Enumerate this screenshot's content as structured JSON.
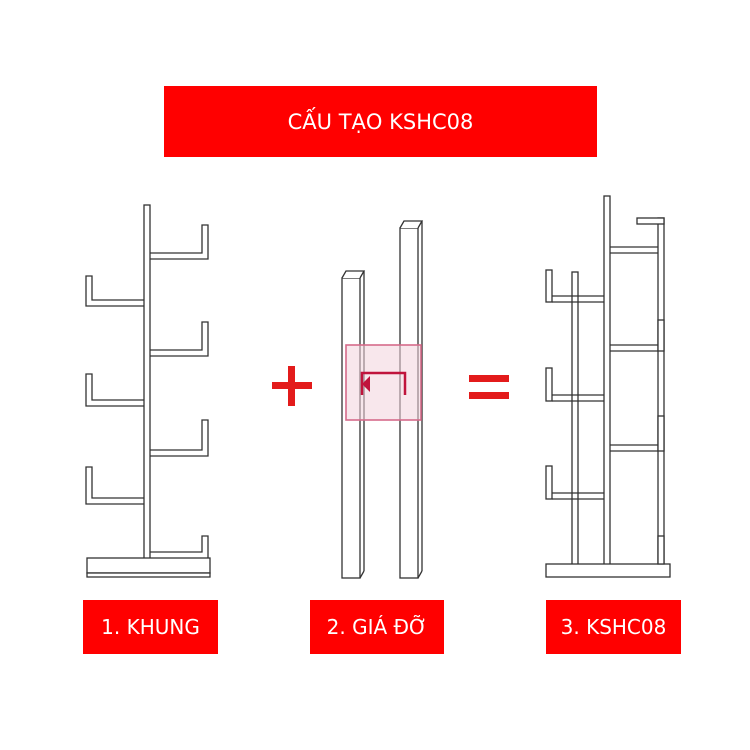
{
  "title": "CẤU TẠO KSHC08",
  "steps": [
    {
      "label": "1. KHUNG"
    },
    {
      "label": "2. GIÁ ĐỠ"
    },
    {
      "label": "3. KSHC08"
    }
  ],
  "operators": {
    "plus": "+",
    "equals": "="
  },
  "colors": {
    "accent": "#ff0000",
    "label_text": "#ffffff",
    "line": "#333333"
  }
}
